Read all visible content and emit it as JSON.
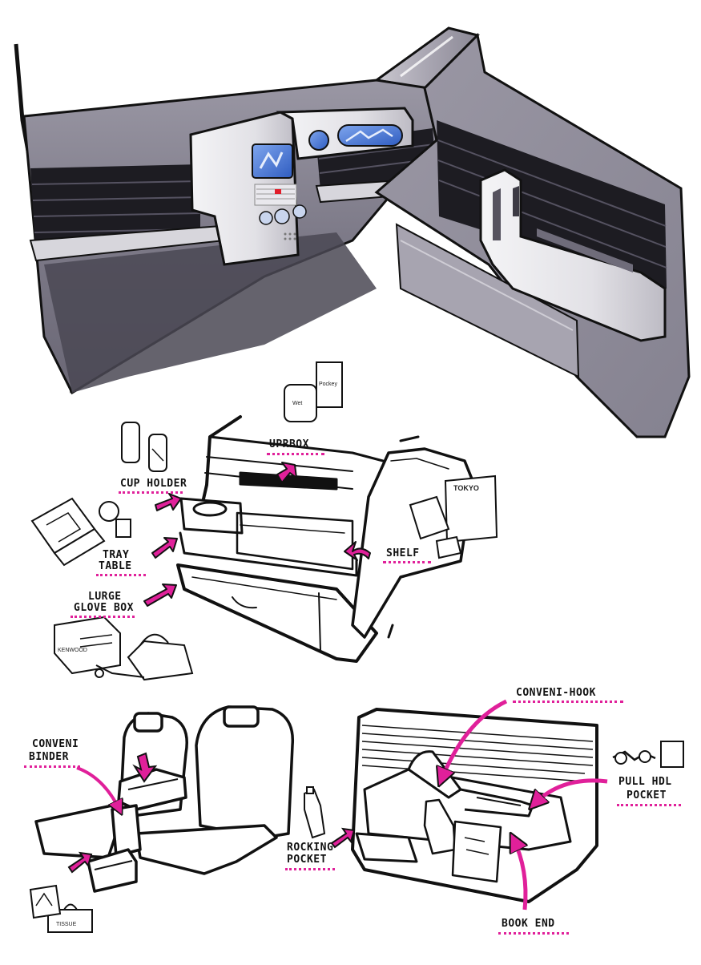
{
  "labels": {
    "upr_box": "UPRBOX",
    "cup_holder": "CUP HOLDER",
    "tray_table_1": "TRAY",
    "tray_table_2": "TABLE",
    "lurge_glove_box_1": "LURGE",
    "lurge_glove_box_2": "GLOVE BOX",
    "shelf": "SHELF",
    "conveni_binder_1": "CONVENI",
    "conveni_binder_2": "BINDER",
    "conveni_hook": "CONVENI-HOOK",
    "pull_hdl_pocket_1": "PULL HDL",
    "pull_hdl_pocket_2": "POCKET",
    "rocking_pocket_1": "ROCKING",
    "rocking_pocket_2": "POCKET",
    "book_end": "BOOK END"
  },
  "product_text": {
    "wet": "Wet",
    "pockey": "Pockey",
    "kenwood": "KENWOOD",
    "tissue": "TISSUE",
    "magazine": "TOKYO"
  },
  "colors": {
    "accent_pink": "#e0209a",
    "ink": "#111111",
    "panel_gray": "#8a8794",
    "screen_blue": "#3f6fd1"
  }
}
